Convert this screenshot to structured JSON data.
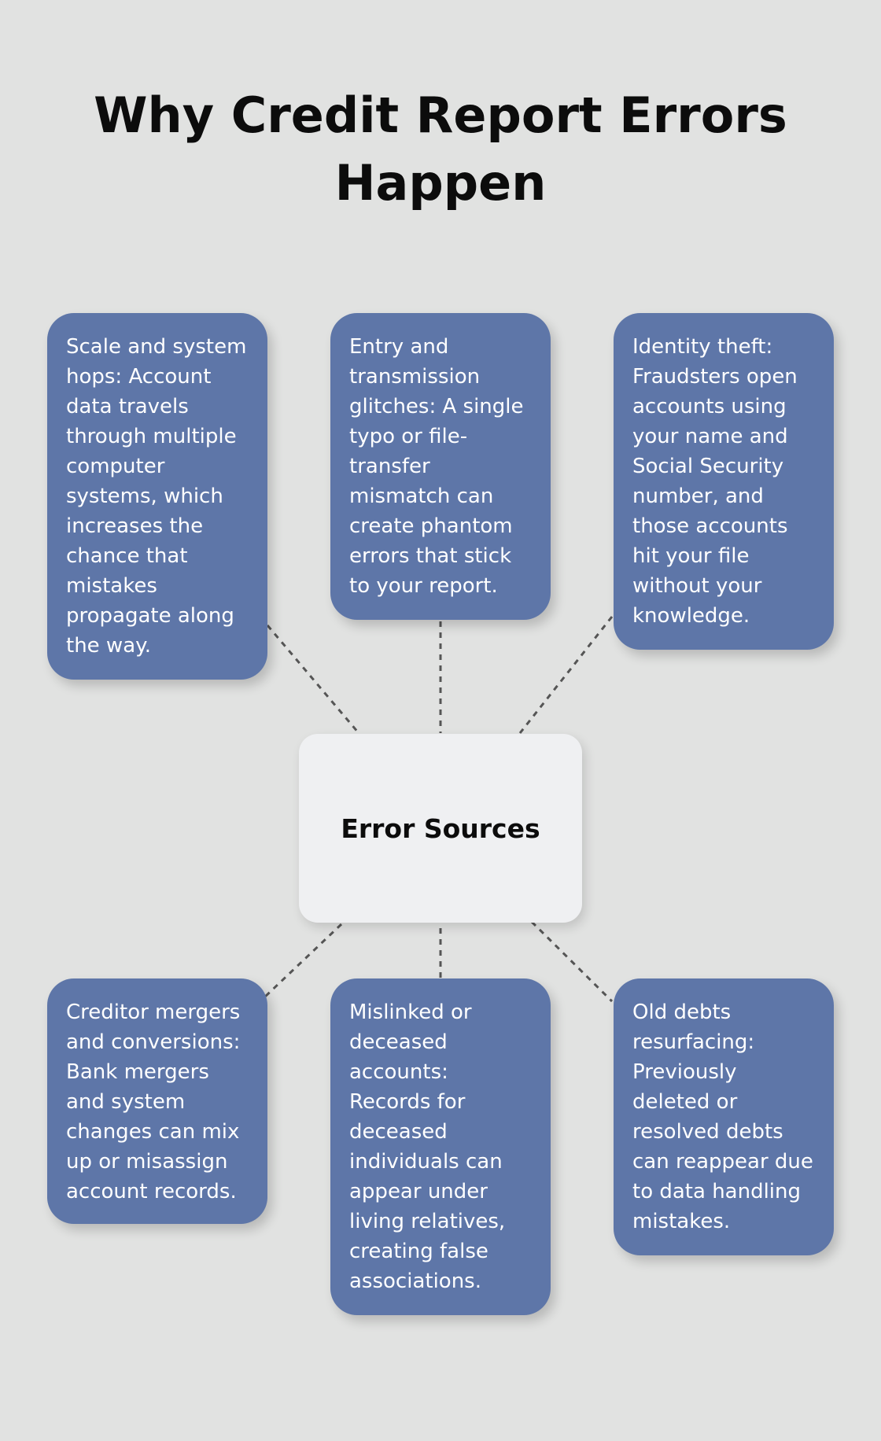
{
  "title": "Why Credit Report Errors Happen",
  "center": {
    "label": "Error Sources"
  },
  "top_cards": [
    "Scale and system hops: Account data travels through multiple computer systems, which increases the chance that mistakes propagate along the way.",
    "Entry and transmission glitches: A single typo or file-transfer mismatch can create phantom errors that stick to your report.",
    "Identity theft: Fraudsters open accounts using your name and Social Security number, and those accounts hit your file without your knowledge."
  ],
  "bottom_cards": [
    "Creditor mergers and conversions: Bank mergers and system changes can mix up or misassign account records.",
    "Mislinked or deceased accounts: Records for deceased individuals can appear under living relatives, creating false associations.",
    "Old debts resurfacing: Previously deleted or resolved debts can reappear due to data handling mistakes."
  ],
  "colors": {
    "background": "#e1e2e1",
    "card": "#5e76a8",
    "center_box": "#eff0f2",
    "connector": "#555555"
  }
}
